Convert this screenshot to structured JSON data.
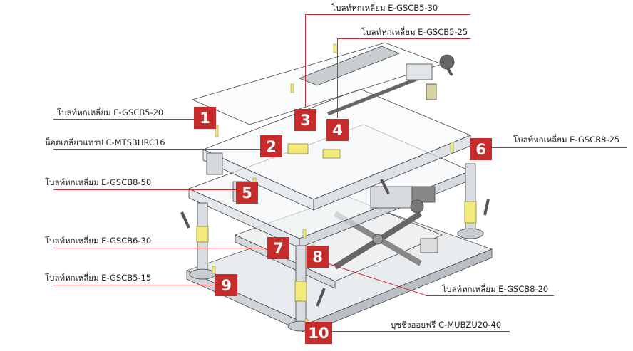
{
  "callouts": [
    {
      "num": "1",
      "label": "โบลท์หกเหลี่ยม E-GSCB5-20"
    },
    {
      "num": "2",
      "label": "น็อตเกลียวแทรป C-MTSBHRC16"
    },
    {
      "num": "3",
      "label": "โบลท์หกเหลี่ยม E-GSCB5-30"
    },
    {
      "num": "4",
      "label": "โบลท์หกเหลี่ยม E-GSCB5-25"
    },
    {
      "num": "5",
      "label": "โบลท์หกเหลี่ยม E-GSCB8-50"
    },
    {
      "num": "6",
      "label": "โบลท์หกเหลี่ยม E-GSCB8-25"
    },
    {
      "num": "7",
      "label": "โบลท์หกเหลี่ยม E-GSCB6-30"
    },
    {
      "num": "8",
      "label": "โบลท์หกเหลี่ยม E-GSCB8-20"
    },
    {
      "num": "9",
      "label": "โบลท์หกเหลี่ยม E-GSCB5-15"
    },
    {
      "num": "10",
      "label": "บุชชิ่งออยฟรี C-MUBZU20-40"
    }
  ],
  "colors": {
    "accent": "#c62c2c",
    "highlight": "#f2ea7a"
  }
}
